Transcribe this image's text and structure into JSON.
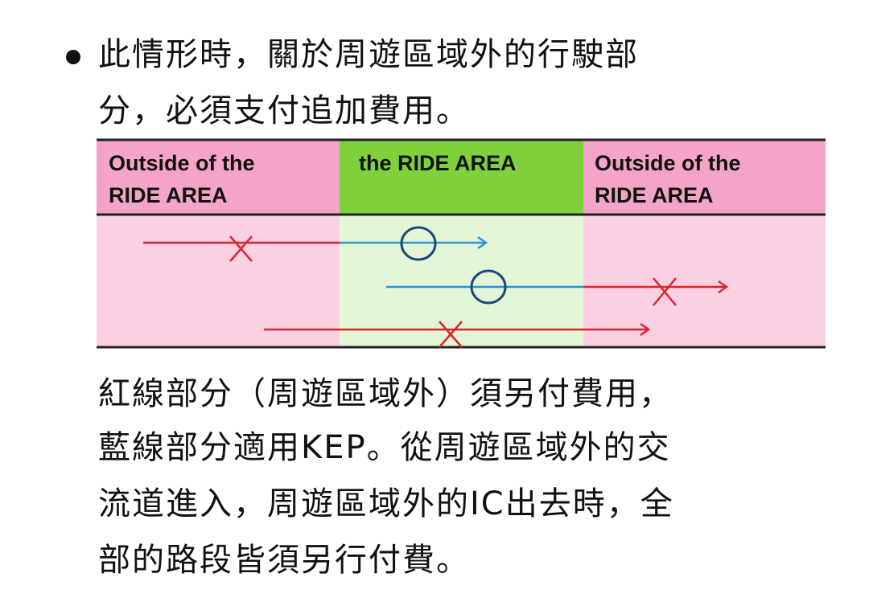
{
  "bullet_text": [
    "此情形時，關於周遊區域外的行駛部",
    "分，必須支付追加費用。"
  ],
  "diagram": {
    "left_header": [
      "Outside of the",
      "RIDE AREA"
    ],
    "center_header": "the RIDE AREA",
    "right_header": [
      "Outside of the",
      "RIDE AREA"
    ],
    "colors": {
      "outside_header": "#f4a3c9",
      "outside_body": "#fbd0e3",
      "inside_header": "#7fd13b",
      "inside_body": "#e4f5d6",
      "red_line": "#d9262b",
      "blue_line": "#2a93d5",
      "circle": "#1a4a78"
    }
  },
  "explanation": [
    "紅線部分（周遊區域外）須另付費用，",
    "藍線部分適用KEP。從周遊區域外的交",
    "流道進入，周遊區域外的IC出去時，全",
    "部的路段皆須另行付費。"
  ]
}
